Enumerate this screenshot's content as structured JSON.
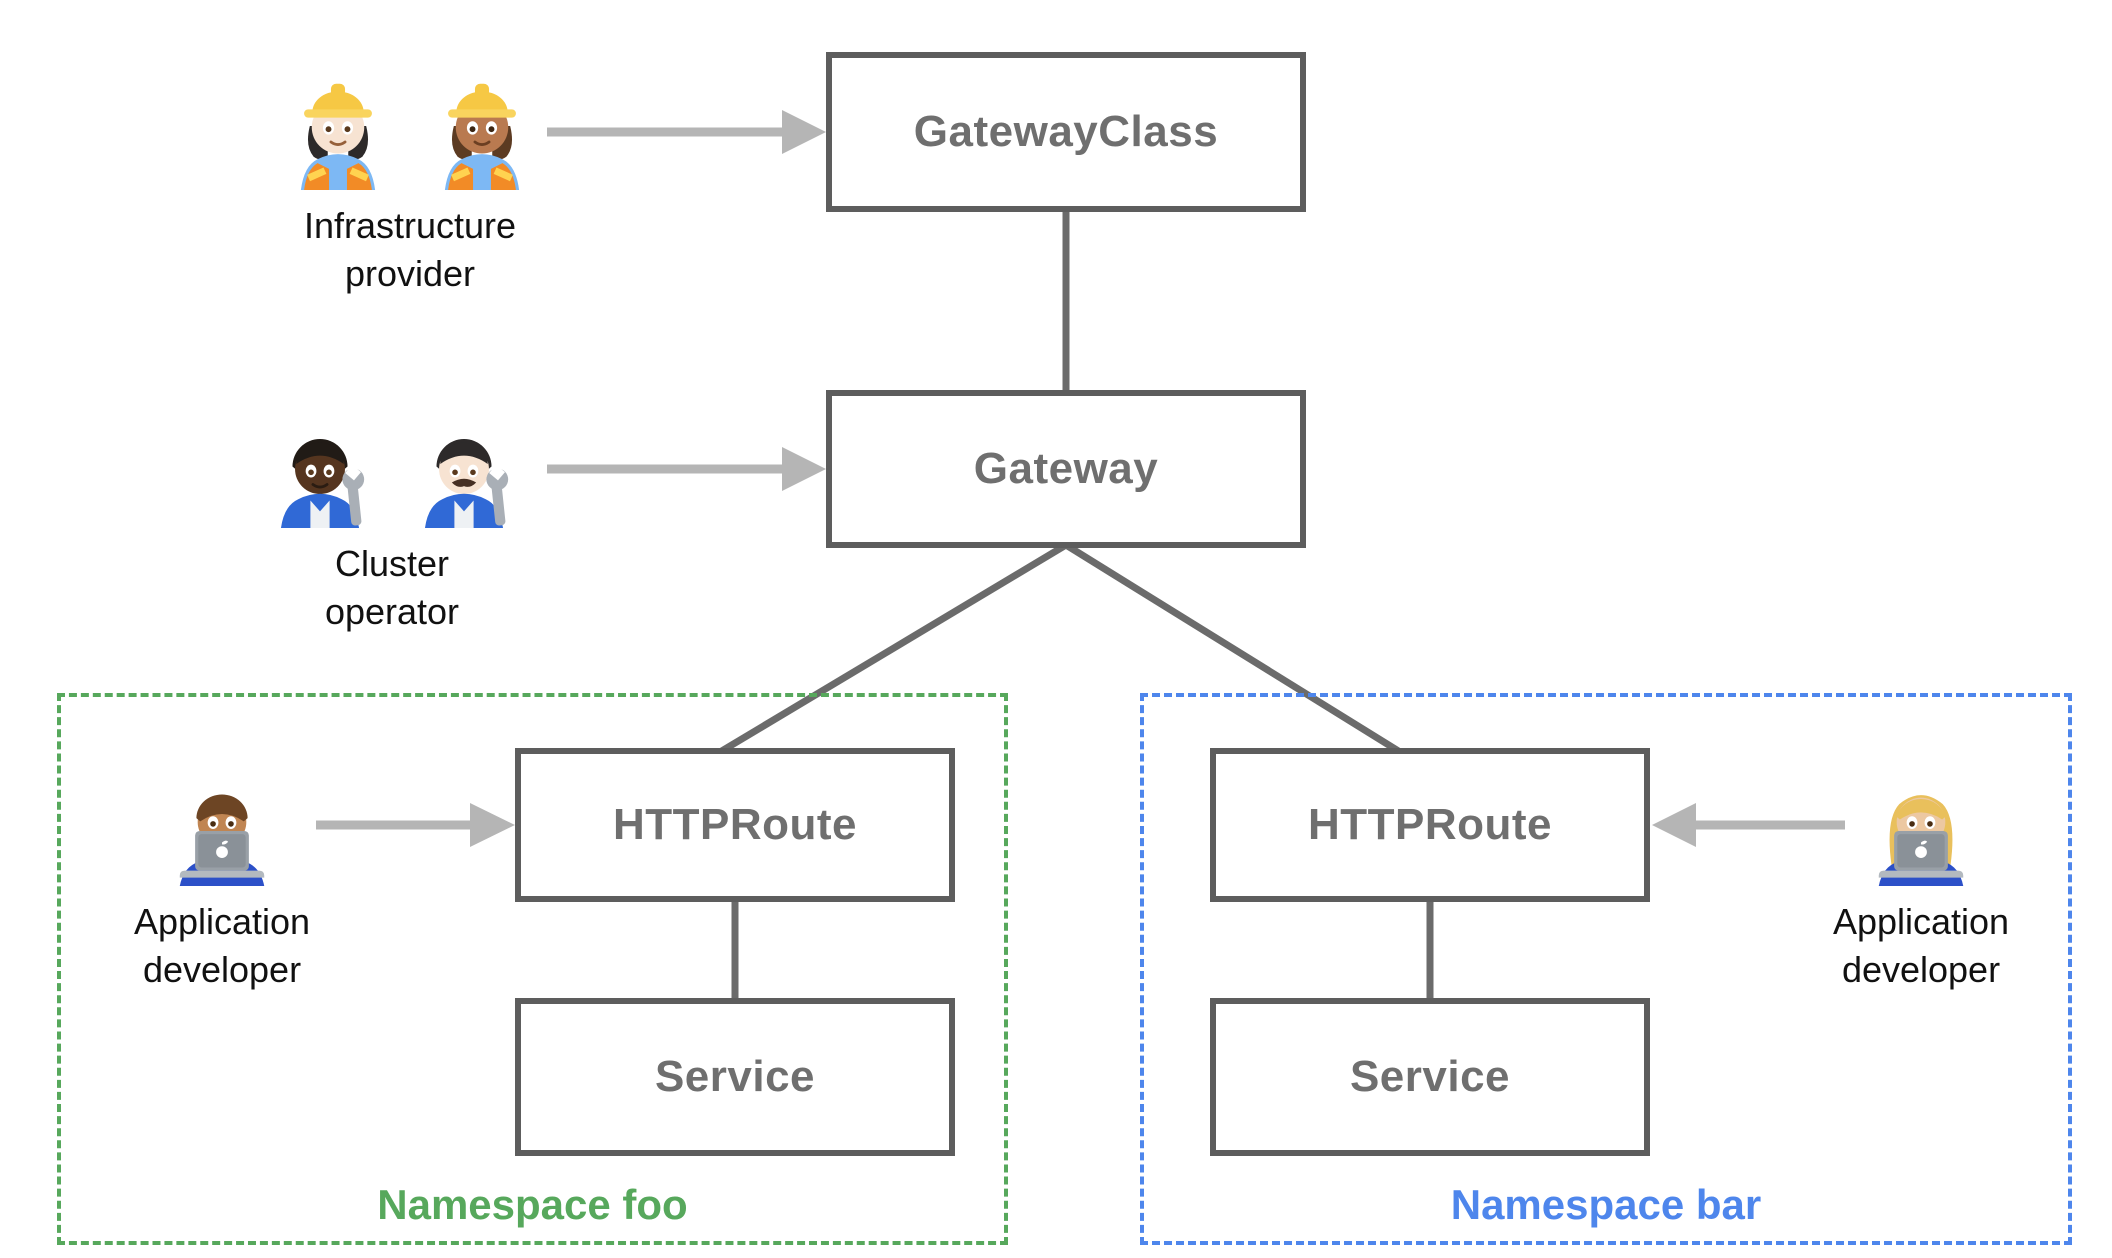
{
  "diagram_title": "",
  "nodes": {
    "gatewayclass": "GatewayClass",
    "gateway": "Gateway",
    "httproute_foo": "HTTPRoute",
    "service_foo": "Service",
    "httproute_bar": "HTTPRoute",
    "service_bar": "Service"
  },
  "personas": {
    "infrastructure_provider": {
      "label": "Infrastructure provider",
      "icons": [
        "woman-construction-worker-light-icon",
        "woman-construction-worker-medium-icon"
      ]
    },
    "cluster_operator": {
      "label": "Cluster operator",
      "icons": [
        "dark-skin-mechanic-icon",
        "light-skin-man-mechanic-icon"
      ]
    },
    "application_developer_foo": {
      "label": "Application developer",
      "icons": [
        "man-technologist-icon"
      ]
    },
    "application_developer_bar": {
      "label": "Application developer",
      "icons": [
        "woman-technologist-icon"
      ]
    }
  },
  "namespaces": {
    "foo": {
      "label": "Namespace foo",
      "color": "#57a85c"
    },
    "bar": {
      "label": "Namespace bar",
      "color": "#4e86ec"
    }
  },
  "edges": {
    "tree": [
      {
        "from": "GatewayClass",
        "to": "Gateway"
      },
      {
        "from": "Gateway",
        "to": "HTTPRoute (namespace foo)"
      },
      {
        "from": "Gateway",
        "to": "HTTPRoute (namespace bar)"
      },
      {
        "from": "HTTPRoute (namespace foo)",
        "to": "Service (namespace foo)"
      },
      {
        "from": "HTTPRoute (namespace bar)",
        "to": "Service (namespace bar)"
      }
    ],
    "actor_arrows": [
      {
        "from": "Infrastructure provider",
        "to": "GatewayClass"
      },
      {
        "from": "Cluster operator",
        "to": "Gateway"
      },
      {
        "from": "Application developer",
        "to": "HTTPRoute (namespace foo)"
      },
      {
        "from": "Application developer",
        "to": "HTTPRoute (namespace bar)"
      }
    ]
  },
  "colors": {
    "node_border": "#5d5d5d",
    "node_text": "#6f6f6f",
    "connector": "#6b6b6b",
    "arrow": "#b5b5b5",
    "persona_text": "#111111",
    "namespace_foo": "#57a85c",
    "namespace_bar": "#4e86ec"
  }
}
